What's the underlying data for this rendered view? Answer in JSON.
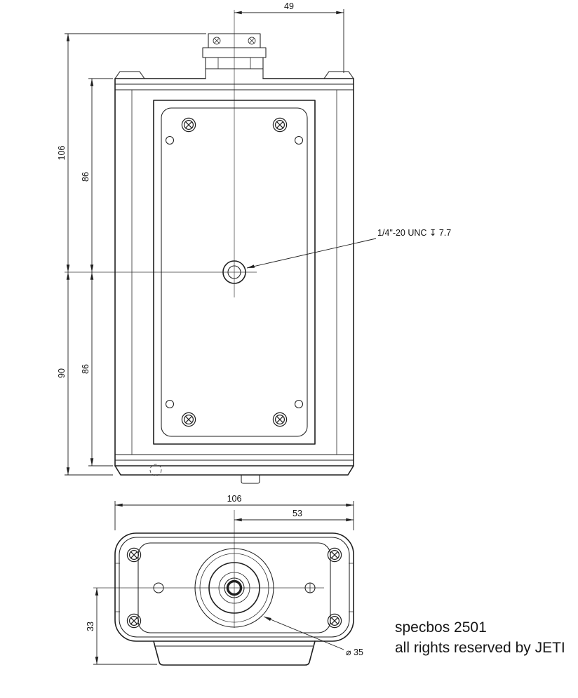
{
  "meta": {
    "background_color": "#ffffff",
    "line_color": "#1f1f1f",
    "drawing_type": "dimensioned technical drawing, front and bottom views"
  },
  "front_view": {
    "dims": {
      "top_width": "49",
      "overall_upper": "106",
      "plate_upper": "86",
      "overall_lower": "90",
      "plate_lower": "86"
    },
    "thread_note": "1/4\"-20 UNC ↧ 7.7"
  },
  "bottom_view": {
    "dims": {
      "width": "106",
      "half_width": "53",
      "lens_offset": "33",
      "lens_diameter": "⌀ 35"
    }
  },
  "title_block": {
    "product": "specbos 2501",
    "copyright": "all rights reserved by JETI"
  }
}
